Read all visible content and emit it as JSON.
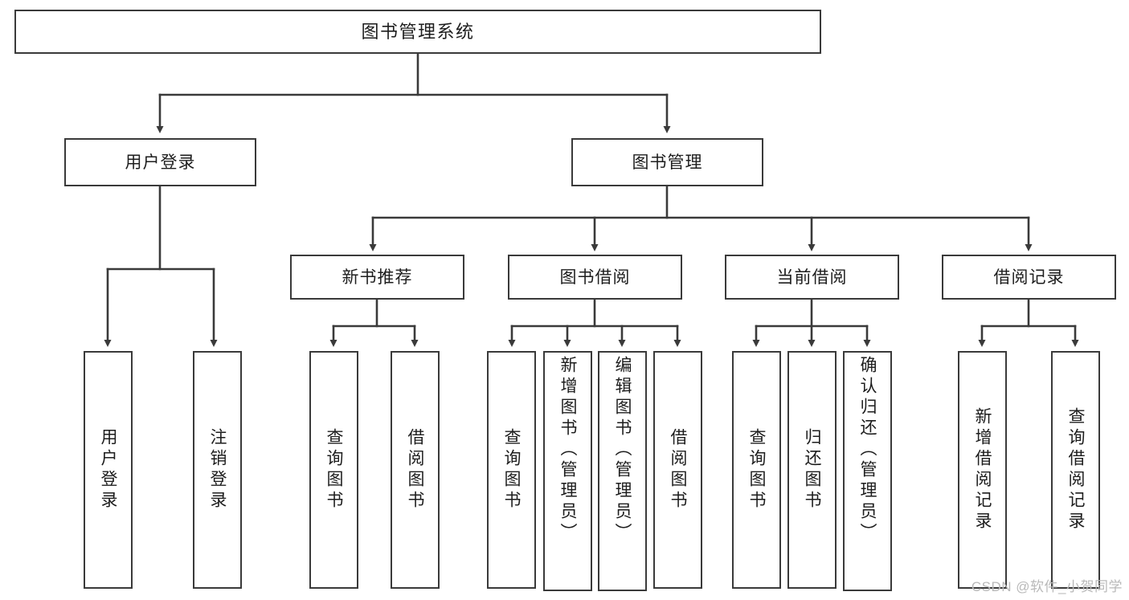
{
  "diagram": {
    "title": "图书管理系统",
    "type": "hierarchy-tree",
    "watermark": "CSDN @软件_小贺同学",
    "colors": {
      "box_border": "#3a3a3a",
      "box_fill": "#ffffff",
      "connector": "#3a3a3a",
      "text": "#1d1d1d",
      "watermark": "#b9b9b9"
    },
    "levels": {
      "root": "图书管理系统",
      "level2": [
        "用户登录",
        "图书管理"
      ],
      "level3": [
        "新书推荐",
        "图书借阅",
        "当前借阅",
        "借阅记录"
      ]
    },
    "nodes": {
      "root": "图书管理系统",
      "user_login": "用户登录",
      "book_manage": "图书管理",
      "new_book_rec": "新书推荐",
      "book_borrow": "图书借阅",
      "current_borrow": "当前借阅",
      "borrow_record": "借阅记录",
      "leaf_user_login": "用户登录",
      "leaf_logout": "注销登录",
      "leaf_query_book_1": "查询图书",
      "leaf_borrow_book_1": "借阅图书",
      "leaf_query_book_2": "查询图书",
      "leaf_add_book_admin": "新增图书（管理员）",
      "leaf_edit_book_admin": "编辑图书（管理员）",
      "leaf_borrow_book_2": "借阅图书",
      "leaf_query_book_3": "查询图书",
      "leaf_return_book": "归还图书",
      "leaf_confirm_return_admin": "确认归还（管理员）",
      "leaf_add_record": "新增借阅记录",
      "leaf_query_record": "查询借阅记录"
    },
    "tree": [
      {
        "label": "图书管理系统",
        "children": [
          {
            "label": "用户登录",
            "children": [
              {
                "label": "用户登录",
                "children": []
              },
              {
                "label": "注销登录",
                "children": []
              }
            ]
          },
          {
            "label": "图书管理",
            "children": [
              {
                "label": "新书推荐",
                "children": [
                  {
                    "label": "查询图书",
                    "children": []
                  },
                  {
                    "label": "借阅图书",
                    "children": []
                  }
                ]
              },
              {
                "label": "图书借阅",
                "children": [
                  {
                    "label": "查询图书",
                    "children": []
                  },
                  {
                    "label": "新增图书（管理员）",
                    "children": []
                  },
                  {
                    "label": "编辑图书（管理员）",
                    "children": []
                  },
                  {
                    "label": "借阅图书",
                    "children": []
                  }
                ]
              },
              {
                "label": "当前借阅",
                "children": [
                  {
                    "label": "查询图书",
                    "children": []
                  },
                  {
                    "label": "归还图书",
                    "children": []
                  },
                  {
                    "label": "确认归还（管理员）",
                    "children": []
                  }
                ]
              },
              {
                "label": "借阅记录",
                "children": [
                  {
                    "label": "新增借阅记录",
                    "children": []
                  },
                  {
                    "label": "查询借阅记录",
                    "children": []
                  }
                ]
              }
            ]
          }
        ]
      }
    ]
  }
}
